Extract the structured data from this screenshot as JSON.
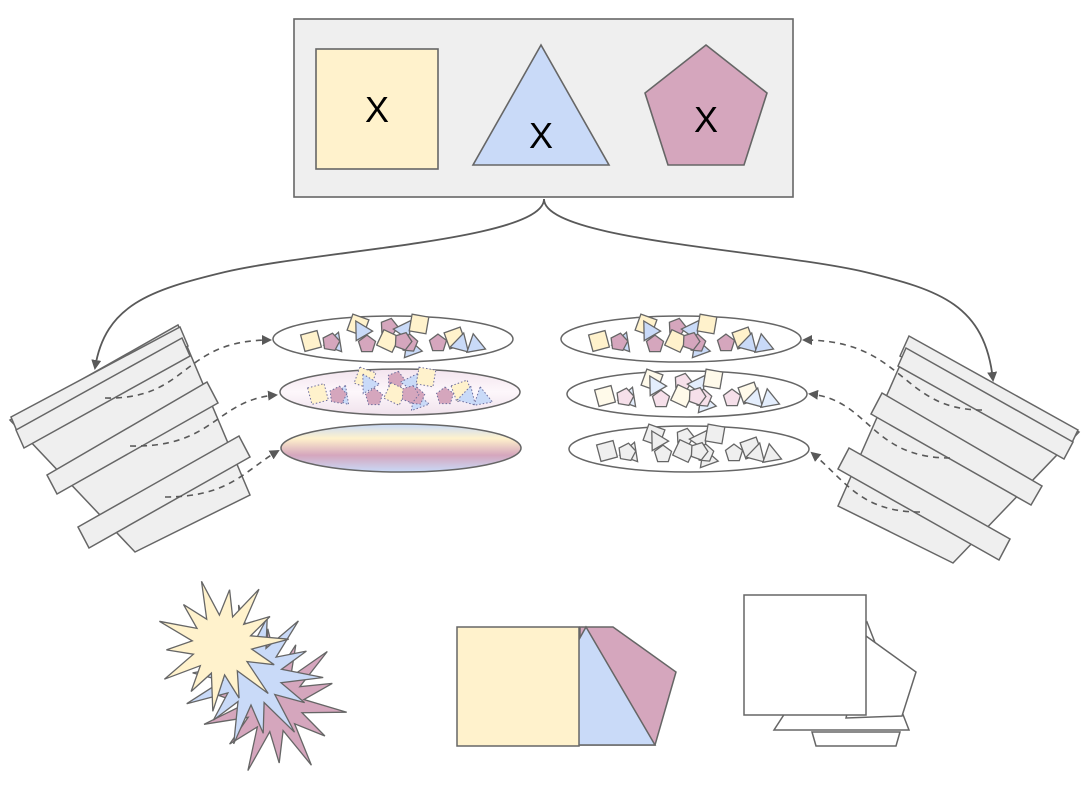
{
  "diagram": {
    "top_box": {
      "shapes": [
        {
          "name": "square",
          "label": "X",
          "fill": "#fff2cc"
        },
        {
          "name": "triangle",
          "label": "X",
          "fill": "#c9daf8"
        },
        {
          "name": "pentagon",
          "label": "X",
          "fill": "#d5a6bd"
        }
      ],
      "background": "#efefef"
    },
    "colors": {
      "stroke": "#666666",
      "yellow": "#fff2cc",
      "blue": "#c9daf8",
      "pink": "#d5a6bd",
      "panel": "#efefef",
      "white": "#ffffff"
    }
  }
}
